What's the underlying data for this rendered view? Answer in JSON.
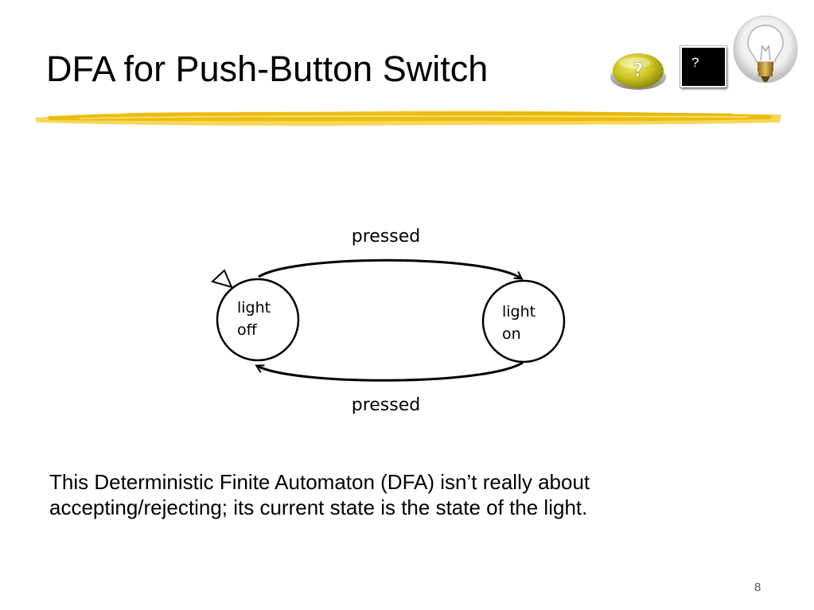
{
  "slide": {
    "title": "DFA for Push-Button Switch",
    "question_box_label": "?",
    "body_text": "This Deterministic Finite Automaton (DFA) isn’t really about accepting/rejecting; its current state is the state of the light.",
    "page_number": "8",
    "accent_color": "#f2c20f"
  },
  "icons": {
    "help_button": "help-question-button-icon",
    "lightbulb": "lightbulb-icon"
  },
  "diagram": {
    "states": [
      {
        "id": "off",
        "line1": "light",
        "line2": "off",
        "start": true
      },
      {
        "id": "on",
        "line1": "light",
        "line2": "on",
        "start": false
      }
    ],
    "transitions": [
      {
        "from": "off",
        "to": "on",
        "label": "pressed"
      },
      {
        "from": "on",
        "to": "off",
        "label": "pressed"
      }
    ]
  }
}
